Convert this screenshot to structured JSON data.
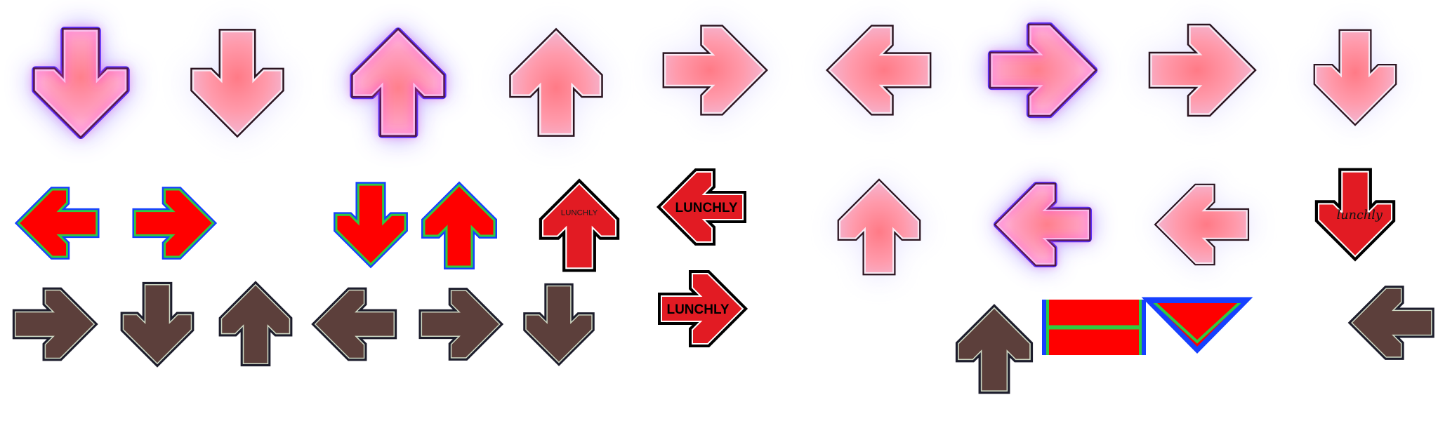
{
  "sheet": {
    "background": "#ffffff",
    "kinds": {
      "glow-pressed": {
        "fill": "#ff8aa2",
        "stroke": "#2a0d2e",
        "glow": "#6a4cff",
        "inner_glow": "#ff3fd0"
      },
      "glow": {
        "fill": "#ff94a6",
        "stroke": "#2b1420",
        "glow": "#c9c2ff"
      },
      "red-blue": {
        "fill": "#ff0000",
        "outer": "#1640ff",
        "inner": "#2ecc40"
      },
      "red-black": {
        "fill": "#e21b23",
        "outer": "#000000",
        "inner": "#ffffff"
      },
      "brown": {
        "fill": "#5c3f3b",
        "outer": "#1d1d2c",
        "inner": "#cfd9c4"
      }
    },
    "arrows": [
      {
        "kind": "glow-pressed",
        "dir": "down"
      },
      {
        "kind": "glow",
        "dir": "down"
      },
      {
        "kind": "glow-pressed",
        "dir": "up"
      },
      {
        "kind": "glow",
        "dir": "up"
      },
      {
        "kind": "glow",
        "dir": "right"
      },
      {
        "kind": "glow",
        "dir": "left"
      },
      {
        "kind": "glow-pressed",
        "dir": "right"
      },
      {
        "kind": "glow",
        "dir": "right"
      },
      {
        "kind": "glow",
        "dir": "down"
      },
      {
        "kind": "red-blue",
        "dir": "left"
      },
      {
        "kind": "red-blue",
        "dir": "right"
      },
      {
        "kind": "red-blue",
        "dir": "down"
      },
      {
        "kind": "red-blue",
        "dir": "up"
      },
      {
        "kind": "red-black",
        "dir": "up",
        "label": "LUNCHLY",
        "label_style": "small"
      },
      {
        "kind": "red-black",
        "dir": "left",
        "label": "LUNCHLY",
        "label_style": "bold"
      },
      {
        "kind": "red-black",
        "dir": "right",
        "label": "LUNCHLY",
        "label_style": "bold"
      },
      {
        "kind": "glow",
        "dir": "up"
      },
      {
        "kind": "glow-pressed",
        "dir": "left"
      },
      {
        "kind": "glow",
        "dir": "left"
      },
      {
        "kind": "red-black",
        "dir": "down",
        "label": "lunchly",
        "label_style": "script"
      },
      {
        "kind": "brown",
        "dir": "right"
      },
      {
        "kind": "brown",
        "dir": "down"
      },
      {
        "kind": "brown",
        "dir": "up"
      },
      {
        "kind": "brown",
        "dir": "left"
      },
      {
        "kind": "brown",
        "dir": "right"
      },
      {
        "kind": "brown",
        "dir": "down"
      },
      {
        "kind": "brown",
        "dir": "up"
      },
      {
        "kind": "brown",
        "dir": "left"
      }
    ],
    "hold_parts": [
      {
        "kind": "red-blue",
        "part": "hold-body"
      },
      {
        "kind": "red-blue",
        "part": "hold-end"
      }
    ]
  }
}
